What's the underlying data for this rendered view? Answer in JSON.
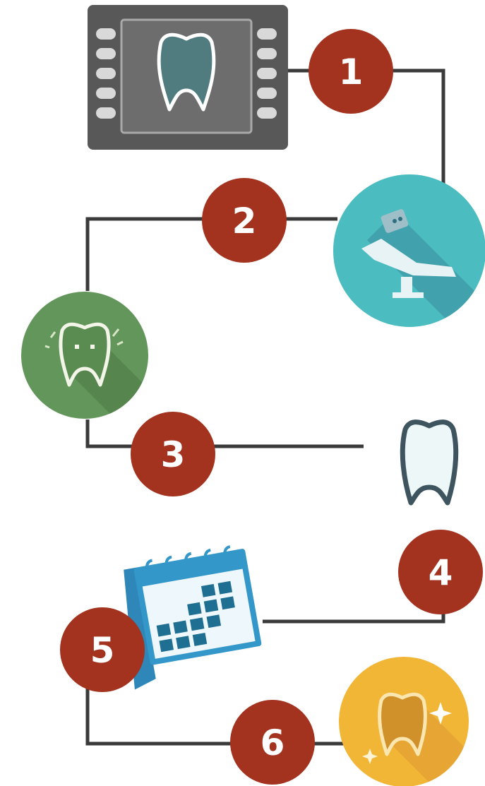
{
  "steps": [
    {
      "number": "1",
      "icon": "dental-xray-icon"
    },
    {
      "number": "2",
      "icon": "dental-chair-icon"
    },
    {
      "number": "3",
      "icon": "sensitive-tooth-icon"
    },
    {
      "number": "4",
      "icon": "tooth-icon"
    },
    {
      "number": "5",
      "icon": "calendar-icon"
    },
    {
      "number": "6",
      "icon": "sparkling-tooth-icon"
    }
  ],
  "colors": {
    "badge": "#a3321f",
    "connector": "#3a3a3a",
    "xray_frame": "#5a5a5a",
    "xray_screen": "#6e6e6e",
    "chair_bg": "#4bbcc0",
    "chair_dark": "#2f6e80",
    "sensitive_bg": "#63965a",
    "tooth_fill": "#eef7f8",
    "tooth_outline": "#3e5560",
    "calendar_blue": "#3497c9",
    "calendar_square": "#1f6f93",
    "gold_bg": "#f2b637",
    "gold_dark": "#d1912a"
  }
}
